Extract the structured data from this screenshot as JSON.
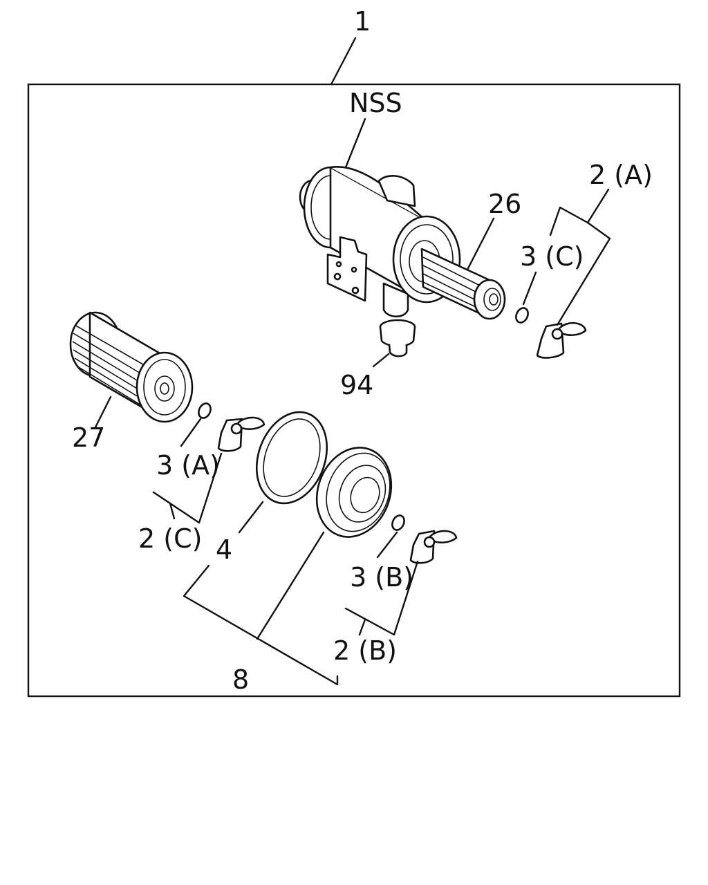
{
  "diagram": {
    "labels": {
      "assembly": "1",
      "nss": "NSS",
      "element_26": "26",
      "nut_2a": "2 (A)",
      "washer_3c": "3 (C)",
      "element_27": "27",
      "washer_3a": "3 (A)",
      "nut_2c": "2 (C)",
      "gasket_4": "4",
      "cover_8": "8",
      "washer_3b": "3 (B)",
      "nut_2b": "2 (B)",
      "cap_94": "94"
    }
  }
}
